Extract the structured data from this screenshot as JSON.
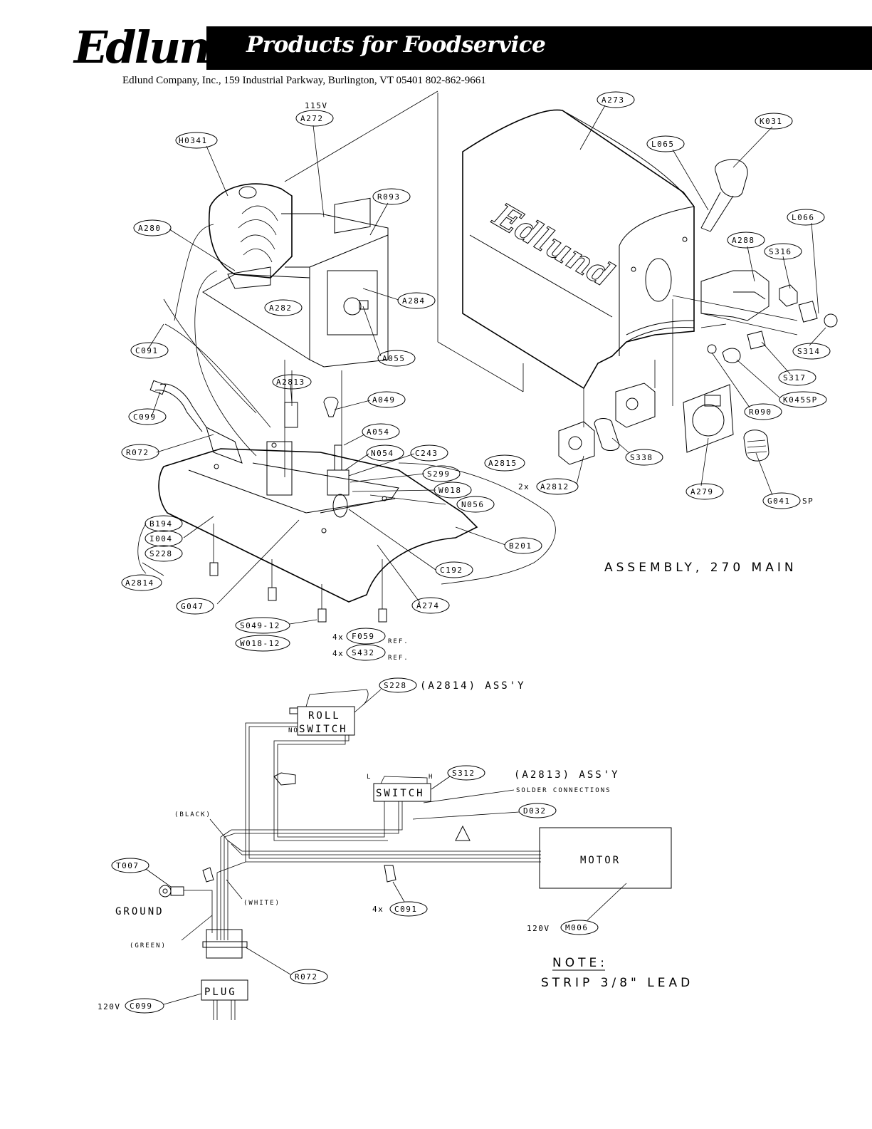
{
  "header": {
    "logo_text": "Edlund",
    "tagline": "Products for Foodservice",
    "address": "Edlund Company, Inc., 159 Industrial Parkway, Burlington, VT 05401  802-862-9661"
  },
  "assembly_title": "ASSEMBLY, 270 MAIN",
  "part_callouts": {
    "a273": "A273",
    "k031": "K031",
    "l065": "L065",
    "l066": "L066",
    "a288": "A288",
    "s316": "S316",
    "s314": "S314",
    "s317": "S317",
    "k045sp": "K045SP",
    "r090": "R090",
    "s338": "S338",
    "a2812": "A2812",
    "a279": "A279",
    "g041": "G041",
    "h0341": "H0341",
    "a272": "A272",
    "r093": "R093",
    "a280": "A280",
    "a282": "A282",
    "a284": "A284",
    "a055": "A055",
    "c091": "C091",
    "a2813": "A2813",
    "a049": "A049",
    "c099": "C099",
    "a054": "A054",
    "n054": "N054",
    "c243": "C243",
    "a2815": "A2815",
    "s299": "S299",
    "w018": "W018",
    "n056": "N056",
    "r072": "R072",
    "b194": "B194",
    "i004": "I004",
    "s228": "S228",
    "b201": "B201",
    "a2814": "A2814",
    "c192": "C192",
    "g047": "G047",
    "a274": "A274",
    "s049_12": "S049-12",
    "w018_12": "W018-12",
    "f059": "F059",
    "s432": "S432"
  },
  "callout_prefixes": {
    "voltage_115": "115V",
    "two_x": "2x",
    "four_x": "4x",
    "sp": "SP",
    "ref": "REF."
  },
  "wiring": {
    "s228_callout": "S228",
    "s228_note": "(A2814)  ASS'Y",
    "roll_switch_line1": "ROLL",
    "roll_switch_line2": "SWITCH",
    "roll_switch_no": "NO",
    "switch_label": "SWITCH",
    "switch_l": "L",
    "switch_h": "H",
    "s312_callout": "S312",
    "a2813_note": "(A2813)  ASS'Y",
    "solder_note": "SOLDER  CONNECTIONS",
    "d032_callout": "D032",
    "black_label": "(BLACK)",
    "white_label": "(WHITE)",
    "green_label": "(GREEN)",
    "ground_label": "GROUND",
    "t007_callout": "T007",
    "motor_label": "MOTOR",
    "m006_voltage": "120V",
    "m006_callout": "M006",
    "c091_prefix": "4x",
    "c091_callout": "C091",
    "r072_callout": "R072",
    "plug_label": "PLUG",
    "c099_voltage": "120V",
    "c099_callout": "C099",
    "note_title": "NOTE:",
    "note_text": "STRIP  3/8\"  LEAD"
  }
}
